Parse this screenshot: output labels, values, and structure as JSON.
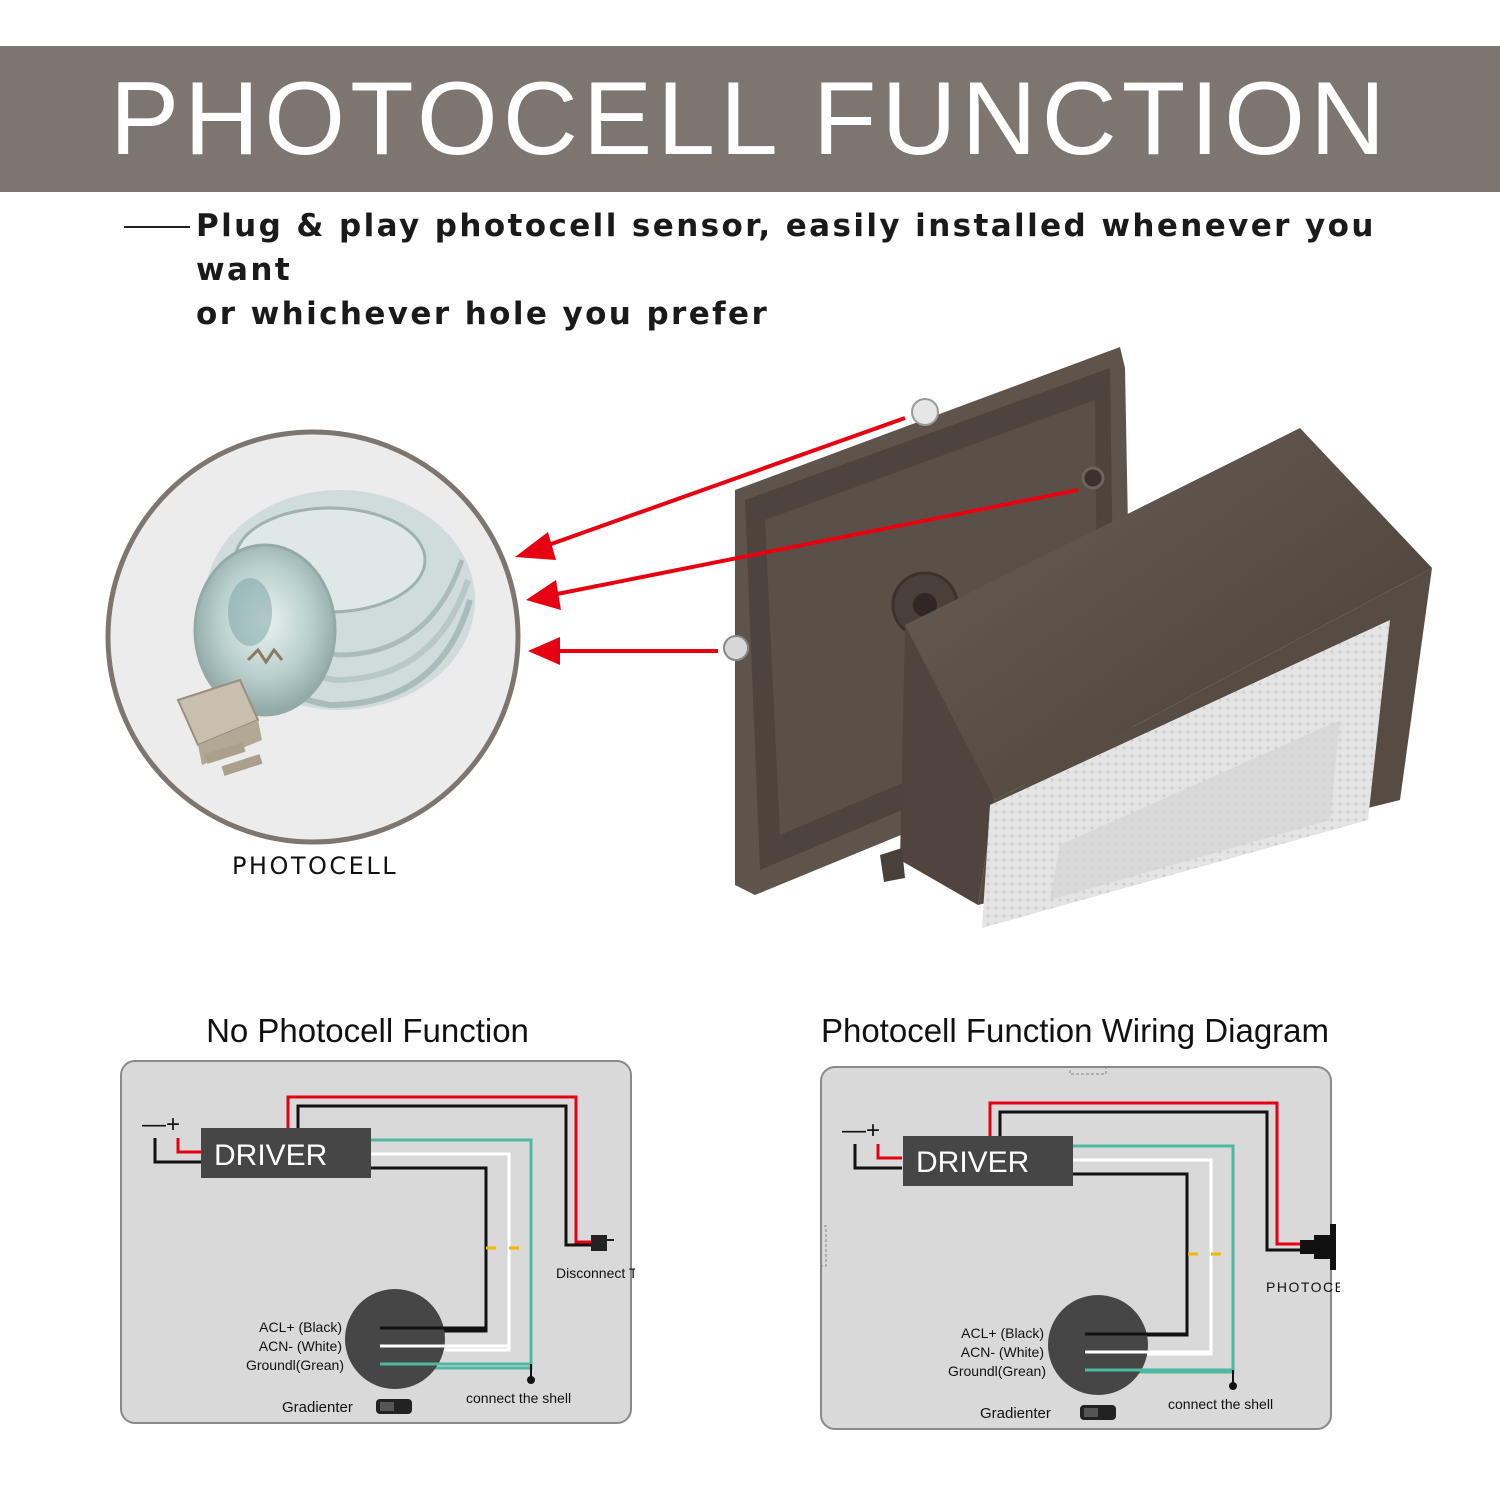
{
  "header": {
    "title": "PHOTOCELL FUNCTION",
    "subtitle_line1": "Plug & play photocell sensor, easily installed whenever you want",
    "subtitle_line2": "or whichever hole you prefer"
  },
  "product": {
    "photocell_caption": "PHOTOCELL"
  },
  "diagrams": [
    {
      "title": "No Photocell Function",
      "polarity": "—+",
      "driver_label": "DRIVER",
      "wire_labels": [
        "ACL+ (Black)",
        "ACN- (White)",
        "Groundl(Grean)"
      ],
      "plug_label": "Disconnect The Plug",
      "shell_label": "connect the shell",
      "gradienter_label": "Gradienter"
    },
    {
      "title": "Photocell Function Wiring Diagram",
      "polarity": "—+",
      "driver_label": "DRIVER",
      "wire_labels": [
        "ACL+ (Black)",
        "ACN- (White)",
        "Groundl(Grean)"
      ],
      "plug_label": "PHOTOCELL",
      "shell_label": "connect the shell",
      "gradienter_label": "Gradienter"
    }
  ],
  "colors": {
    "banner": "#7d7670",
    "panel": "#d9d9d9",
    "driver": "#464646",
    "wire_red": "#e60012",
    "wire_green": "#4fb8a3",
    "arrow_red": "#e60012",
    "dash_yellow": "#f5b800",
    "fixture": "#5a4f47"
  }
}
